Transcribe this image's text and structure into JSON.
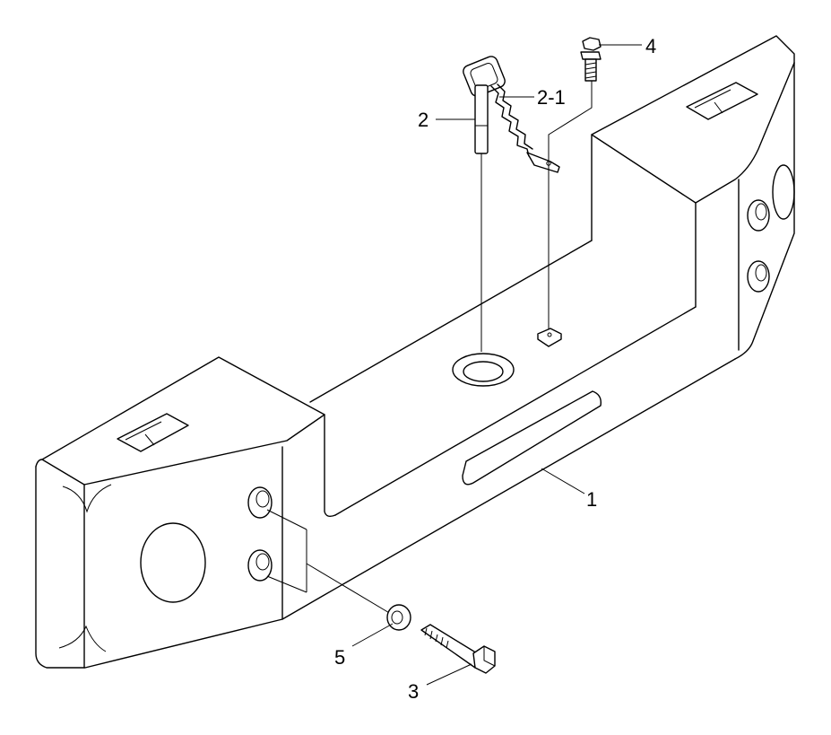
{
  "callouts": {
    "part_1": "1",
    "part_2": "2",
    "part_2_1": "2-1",
    "part_3": "3",
    "part_4": "4",
    "part_5": "5"
  },
  "colors": {
    "line": "#000000",
    "background": "#ffffff"
  }
}
